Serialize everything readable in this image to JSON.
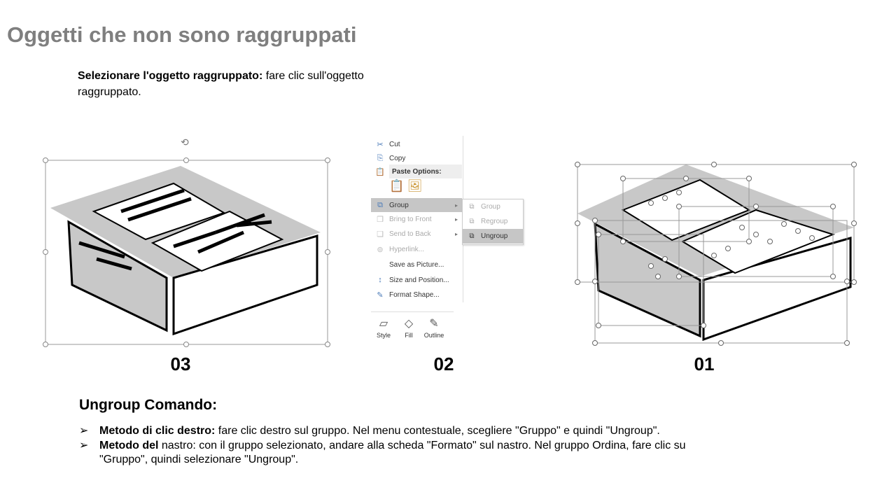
{
  "title": "Oggetti che non sono raggruppati",
  "intro": {
    "bold": "Selezionare l'oggetto raggruppato:",
    "text": " fare clic sull'oggetto raggruppato."
  },
  "figures": [
    {
      "label": "03"
    },
    {
      "label": "02"
    },
    {
      "label": "01"
    }
  ],
  "context_menu": {
    "items": [
      {
        "label": "Cut",
        "icon": "scissors-icon",
        "disabled": false
      },
      {
        "label": "Copy",
        "icon": "copy-icon",
        "disabled": false
      },
      {
        "label": "Paste Options:",
        "icon": "paste-icon",
        "disabled": false
      },
      {
        "label": "Group",
        "icon": "group-icon",
        "disabled": false,
        "highlighted": true
      },
      {
        "label": "Bring to Front",
        "icon": "bring-front-icon",
        "disabled": true
      },
      {
        "label": "Send to Back",
        "icon": "send-back-icon",
        "disabled": true
      },
      {
        "label": "Hyperlink...",
        "icon": "link-icon",
        "disabled": true
      },
      {
        "label": "Save as Picture...",
        "icon": "",
        "disabled": false
      },
      {
        "label": "Size and Position...",
        "icon": "size-icon",
        "disabled": false
      },
      {
        "label": "Format Shape...",
        "icon": "format-icon",
        "disabled": false
      }
    ],
    "submenu": [
      {
        "label": "Group",
        "disabled": true
      },
      {
        "label": "Regroup",
        "disabled": true
      },
      {
        "label": "Ungroup",
        "disabled": false,
        "highlighted": true
      }
    ],
    "ribbon": [
      "Style",
      "Fill",
      "Outline"
    ]
  },
  "section_title": "Ungroup Comando:",
  "bullets": [
    {
      "bold": "Metodo di clic destro:",
      "text": " fare clic destro sul gruppo. Nel menu contestuale, scegliere \"Gruppo\" e quindi \"Ungroup\"."
    },
    {
      "bold": "Metodo del",
      "text": " nastro: con il gruppo selezionato, andare alla scheda \"Formato\" sul nastro. Nel gruppo Ordina, fare clic su \"Gruppo\", quindi selezionare \"Ungroup\"."
    }
  ],
  "bullet_glyph": "➢"
}
